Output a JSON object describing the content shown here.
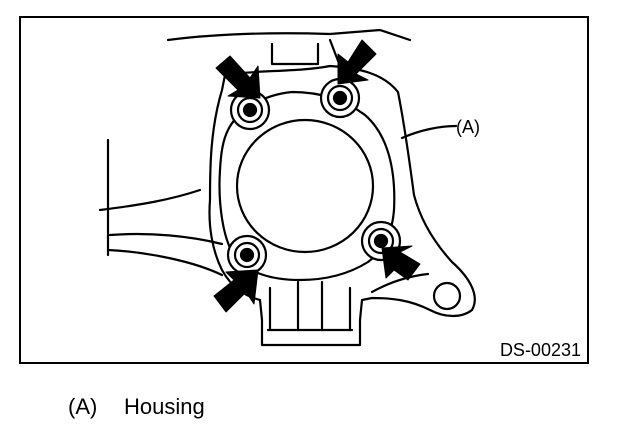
{
  "figure": {
    "code": "DS-00231",
    "callout": "(A)"
  },
  "legend": {
    "key": "(A)",
    "text": "Housing"
  },
  "icons": {
    "arrows": "arrow-icon",
    "bolts": "bolt-icon"
  }
}
